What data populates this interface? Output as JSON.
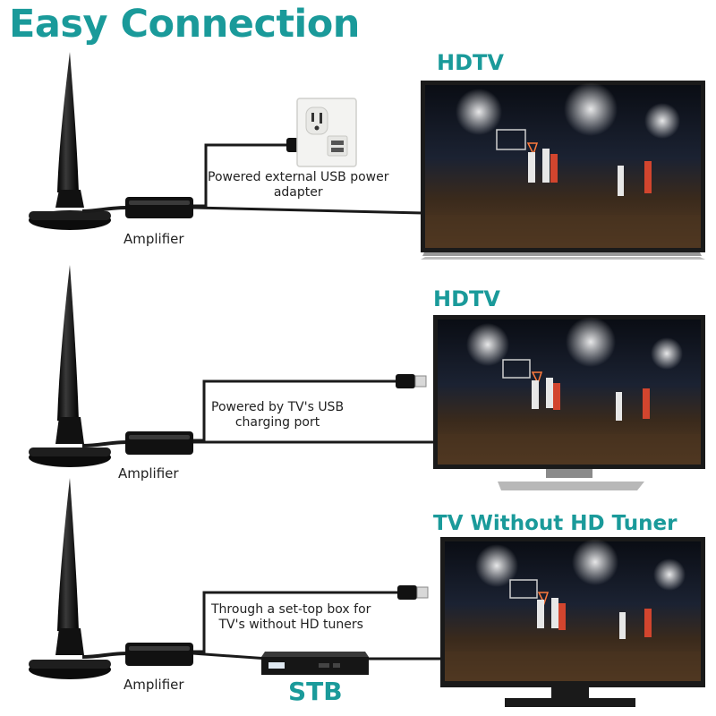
{
  "title": "Easy Connection",
  "rows": [
    {
      "tv_label": "HDTV",
      "caption_line1": "Powered external USB power",
      "caption_line2": "adapter",
      "amplifier_label": "Amplifier"
    },
    {
      "tv_label": "HDTV",
      "caption_line1": "Powered by TV's USB",
      "caption_line2": "charging port",
      "amplifier_label": "Amplifier"
    },
    {
      "tv_label": "TV Without HD Tuner",
      "caption_line1": "Through a set-top box for",
      "caption_line2": "TV's without HD tuners",
      "amplifier_label": "Amplifier",
      "stb_label": "STB"
    }
  ],
  "colors": {
    "accent": "#1a9a9a",
    "device": "#111111",
    "cable": "#1a1a1a"
  },
  "icons": [
    "antenna-icon",
    "amplifier-icon",
    "usb-plug-icon",
    "wall-outlet-icon",
    "tv-icon",
    "set-top-box-icon"
  ]
}
